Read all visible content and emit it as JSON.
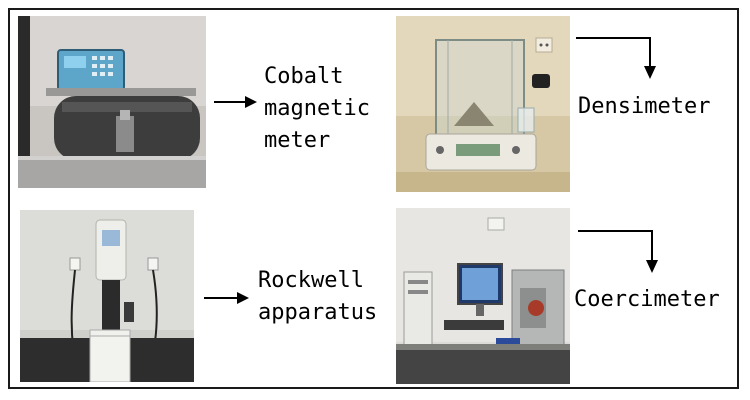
{
  "labels": {
    "cobalt_line1": "Cobalt",
    "cobalt_line2": "magnetic",
    "cobalt_line3": "meter",
    "densimeter": "Densimeter",
    "rockwell_line1": "Rockwell",
    "rockwell_line2": "apparatus",
    "coercimeter": "Coercimeter"
  },
  "photos": [
    {
      "id": "cobalt-magnetic-meter-photo",
      "icon": "lab-instrument-photo"
    },
    {
      "id": "densimeter-photo",
      "icon": "analytical-balance-photo"
    },
    {
      "id": "rockwell-apparatus-photo",
      "icon": "hardness-tester-photo"
    },
    {
      "id": "coercimeter-photo",
      "icon": "computer-workstation-photo"
    }
  ],
  "colors": {
    "frame": "#1a1a1a",
    "arrow": "#000000",
    "text": "#000000"
  }
}
